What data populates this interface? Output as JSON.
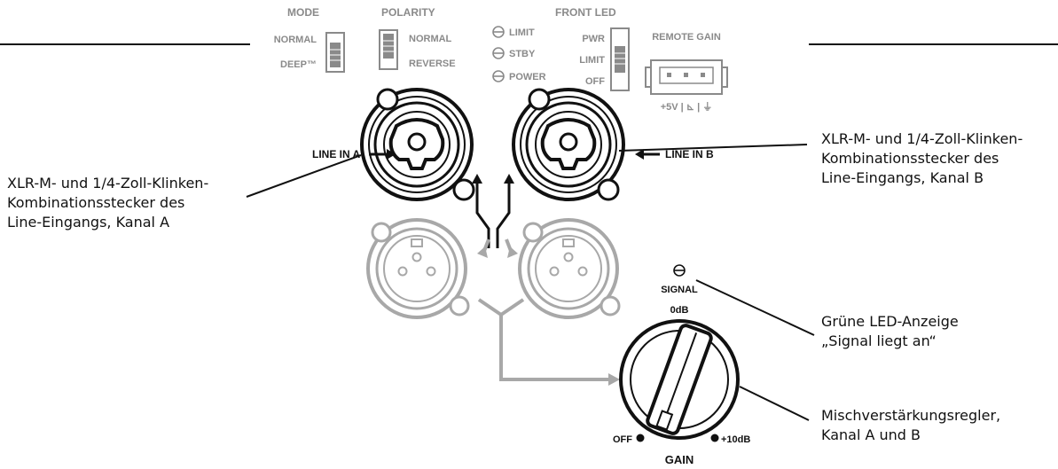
{
  "panel": {
    "mode": {
      "title": "MODE",
      "normal": "NORMAL",
      "deep": "DEEP™"
    },
    "polarity": {
      "title": "POLARITY",
      "normal": "NORMAL",
      "reverse": "REVERSE"
    },
    "leds": {
      "limit": "LIMIT",
      "stby": "STBY",
      "power": "POWER"
    },
    "front_led": {
      "title": "FRONT LED",
      "pwr": "PWR",
      "limit": "LIMIT",
      "off": "OFF"
    },
    "remote_gain": {
      "title": "REMOTE GAIN",
      "pins": "+5V | ⊾ | ⏚"
    },
    "line_in_a": "LINE IN A",
    "line_in_b": "LINE IN B",
    "signal": "SIGNAL",
    "gain": {
      "title": "GAIN",
      "zero": "0dB",
      "off": "OFF",
      "plus10": "+10dB"
    }
  },
  "callouts": {
    "left_a": [
      "XLR-M- und 1/4-Zoll-Klinken-",
      "Kombinationsstecker des",
      "Line-Eingangs, Kanal A"
    ],
    "right_b": [
      "XLR-M- und 1/4-Zoll-Klinken-",
      "Kombinationsstecker des",
      "Line-Eingangs, Kanal B"
    ],
    "led": [
      "Grüne LED-Anzeige",
      "„Signal liegt an“"
    ],
    "gain": [
      "Mischverstärkungsregler,",
      "Kanal A und B"
    ]
  },
  "colors": {
    "line": "#111111",
    "panel_gray": "#8a8a8a",
    "connector_gray": "#a8a8a8"
  }
}
